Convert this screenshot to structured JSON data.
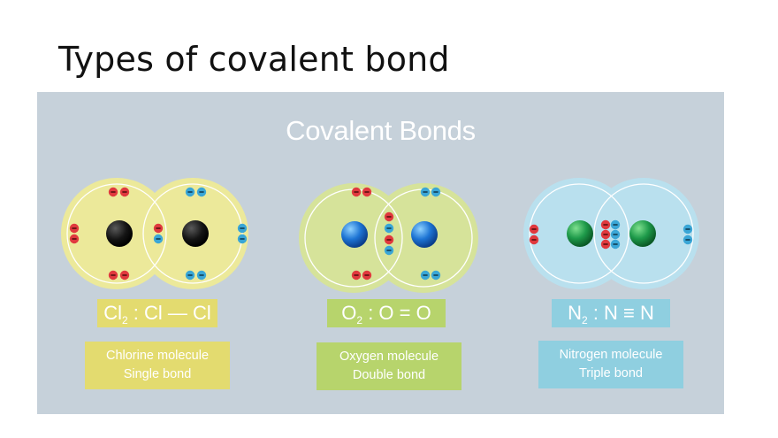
{
  "slide": {
    "title": "Types of covalent bond"
  },
  "figure": {
    "title": "Covalent Bonds",
    "background_color": "#c6d1da",
    "molecules": [
      {
        "id": "chlorine",
        "formula_symbol": "Cl",
        "formula_subscript": "2",
        "formula_structure": ": Cl — Cl",
        "description_line1": "Chlorine molecule",
        "description_line2": "Single bond",
        "cloud_color": "#ece99a",
        "label_color": "#e3db6f",
        "nucleus_color": "#111111",
        "shared_electron_pairs": 1
      },
      {
        "id": "oxygen",
        "formula_symbol": "O",
        "formula_subscript": "2",
        "formula_structure": ": O = O",
        "description_line1": "Oxygen molecule",
        "description_line2": "Double bond",
        "cloud_color": "#d6e39a",
        "label_color": "#b7d46c",
        "nucleus_color": "#1a6fcf",
        "shared_electron_pairs": 2
      },
      {
        "id": "nitrogen",
        "formula_symbol": "N",
        "formula_subscript": "2",
        "formula_structure": ": N ≡ N",
        "description_line1": "Nitrogen molecule",
        "description_line2": "Triple bond",
        "cloud_color": "#b9e0ee",
        "label_color": "#8fcfe0",
        "nucleus_color": "#1e9a4a",
        "shared_electron_pairs": 3
      }
    ],
    "electron_colors": {
      "atom_a": "#e0393e",
      "atom_b": "#3aa6d6"
    }
  }
}
